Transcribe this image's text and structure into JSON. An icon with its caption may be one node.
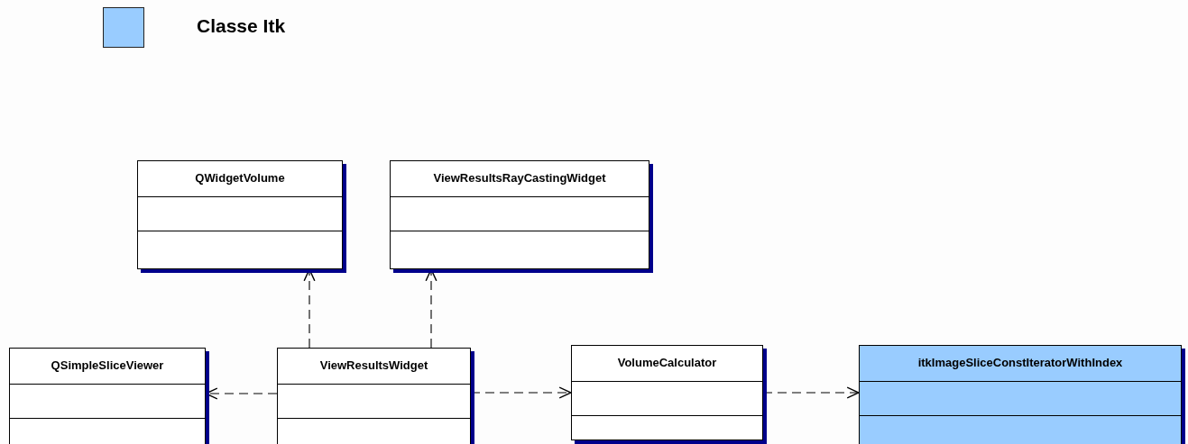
{
  "diagram": {
    "nodes": [
      {
        "text": [
          "QWidgetVolume"
        ]
      },
      {
        "text": [
          "ViewResultsRayCastingWidget"
        ]
      },
      {
        "text": [
          "QSimpleSliceViewer"
        ]
      },
      {
        "text": [
          "ViewResultsWidget"
        ]
      },
      {
        "text": [
          "VolumeCalculator"
        ]
      },
      {
        "text": [
          "itkImageSliceConstIteratorWithIndex"
        ]
      }
    ],
    "edges": [
      {
        "from": 3,
        "to": 0,
        "arrow": "to",
        "style": "dashed"
      },
      {
        "from": 3,
        "to": 1,
        "arrow": "to",
        "style": "dashed"
      },
      {
        "from": 3,
        "to": 2,
        "arrow": "to",
        "style": "dashed"
      },
      {
        "from": 3,
        "to": 4,
        "arrow": "to",
        "style": "dashed"
      },
      {
        "from": 4,
        "to": 5,
        "arrow": "to",
        "style": "dashed"
      }
    ],
    "legend": [
      {
        "text": "Classe Itk",
        "color": "#99ccff"
      }
    ]
  }
}
